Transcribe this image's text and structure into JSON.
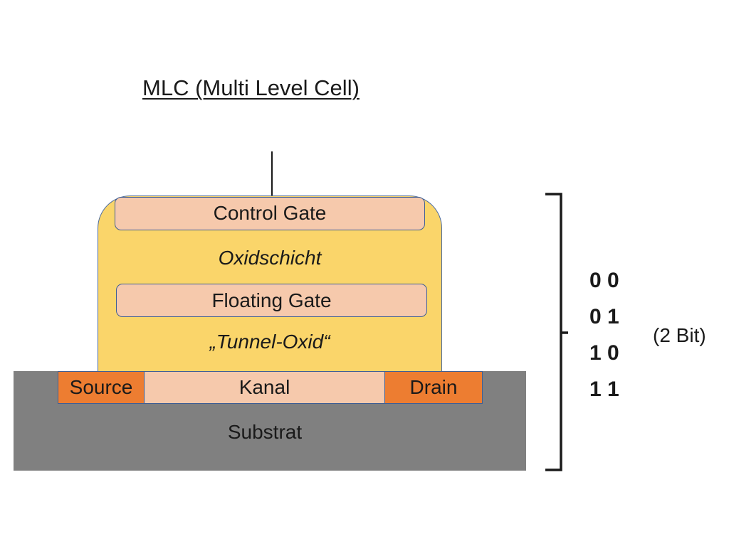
{
  "title": "MLC (Multi Level Cell)",
  "layers": {
    "control_gate": "Control Gate",
    "oxide": "Oxidschicht",
    "floating_gate": "Floating Gate",
    "tunnel_oxide": "„Tunnel-Oxid“",
    "source": "Source",
    "channel": "Kanal",
    "drain": "Drain",
    "substrate": "Substrat"
  },
  "states": {
    "values": [
      "0 0",
      "0 1",
      "1 0",
      "1 1"
    ],
    "label": "(2 Bit)"
  },
  "colors": {
    "oxide": "#fad56a",
    "gate": "#f6c9ac",
    "source_drain": "#ed7d31",
    "substrate": "#808080",
    "outline": "#3f5f95"
  }
}
